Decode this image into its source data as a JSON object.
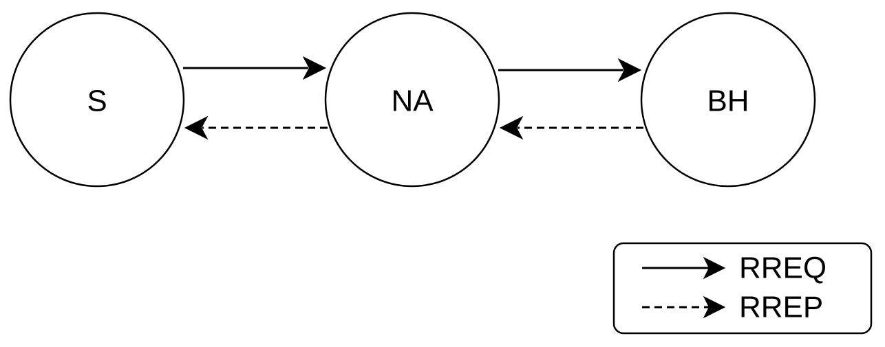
{
  "nodes": [
    {
      "id": "S",
      "label": "S"
    },
    {
      "id": "NA",
      "label": "NA"
    },
    {
      "id": "BH",
      "label": "BH"
    }
  ],
  "edges": [
    {
      "from": "S",
      "to": "NA",
      "kind": "RREQ",
      "style": "solid"
    },
    {
      "from": "NA",
      "to": "BH",
      "kind": "RREQ",
      "style": "solid"
    },
    {
      "from": "NA",
      "to": "S",
      "kind": "RREP",
      "style": "dashed"
    },
    {
      "from": "BH",
      "to": "NA",
      "kind": "RREP",
      "style": "dashed"
    }
  ],
  "legend": {
    "items": [
      {
        "style": "solid",
        "label": "RREQ"
      },
      {
        "style": "dashed",
        "label": "RREP"
      }
    ]
  },
  "colors": {
    "stroke": "#000000",
    "background": "#ffffff"
  }
}
